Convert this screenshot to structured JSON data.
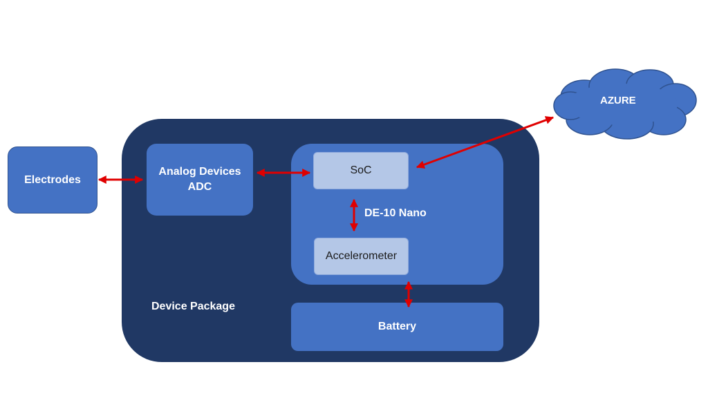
{
  "diagram": {
    "device_package_label": "Device Package",
    "electrodes_label": "Electrodes",
    "adc_label_line1": "Analog Devices",
    "adc_label_line2": "ADC",
    "soc_label": "SoC",
    "de10_label": "DE-10 Nano",
    "accelerometer_label": "Accelerometer",
    "battery_label": "Battery",
    "cloud_label": "AZURE"
  },
  "colors": {
    "package_bg": "#203864",
    "block_bg": "#4472C4",
    "chip_bg": "#B4C7E7",
    "arrow": "#E00000"
  }
}
